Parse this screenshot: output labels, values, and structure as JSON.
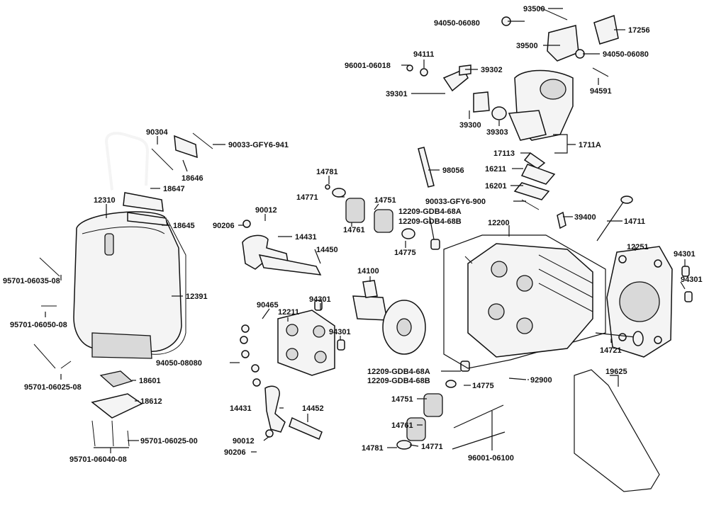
{
  "diagram": {
    "part_labels": [
      "93500",
      "17256",
      "94050-06080",
      "39500",
      "94050-06080",
      "94111",
      "96001-06018",
      "39302",
      "94591",
      "39301",
      "39300",
      "39303",
      "1711A",
      "17113",
      "90304",
      "90033-GFY6-941",
      "18646",
      "16211",
      "98056",
      "14781",
      "16201",
      "14771",
      "14751",
      "90033-GFY6-900",
      "18647",
      "12310",
      "39400",
      "14711",
      "18645",
      "90012",
      "12209-GDB4-68A",
      "12209-GDB4-68B",
      "90206",
      "14761",
      "12200",
      "12251",
      "14431",
      "14775",
      "14450",
      "94301",
      "94301",
      "95701-06035-08",
      "12391",
      "14100",
      "12211",
      "90465",
      "94301",
      "95701-06050-08",
      "94301",
      "14721",
      "94050-08080",
      "95701-06025-08",
      "18601",
      "12209-GDB4-68A",
      "12209-GDB4-68B",
      "14775",
      "92900",
      "19625",
      "18612",
      "14751",
      "14431",
      "14452",
      "14761",
      "95701-06025-00",
      "90012",
      "14781",
      "14771",
      "96001-06100",
      "95701-06040-08",
      "90206"
    ]
  }
}
